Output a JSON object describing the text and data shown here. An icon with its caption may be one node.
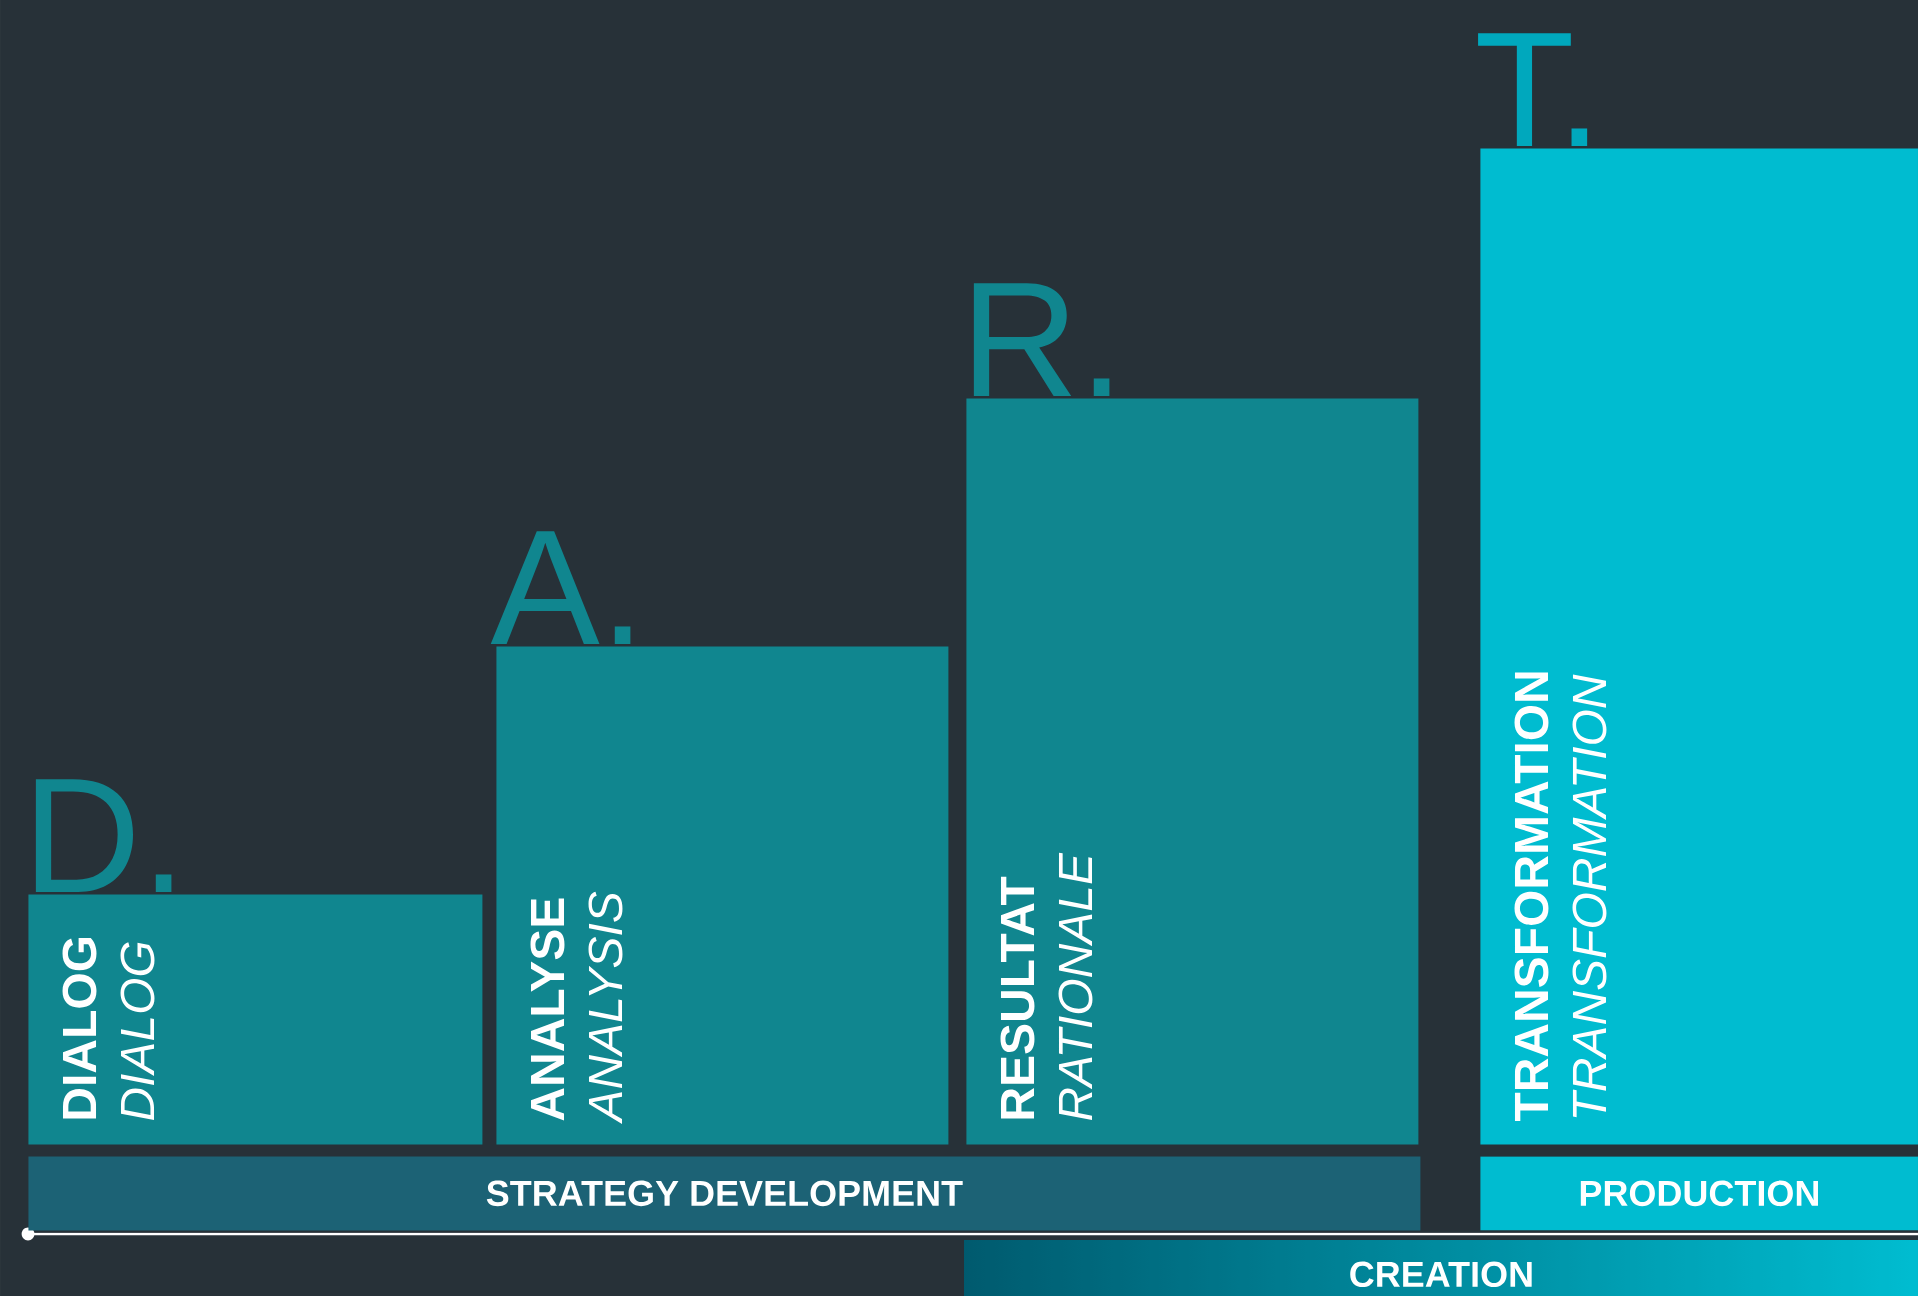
{
  "diagram": {
    "nodes": [
      {
        "text": [
          "D.",
          "DIALOG",
          "DIALOG"
        ]
      },
      {
        "text": [
          "A.",
          "ANALYSE",
          "ANALYSIS"
        ]
      },
      {
        "text": [
          "R.",
          "RESULTAT",
          "RATIONALE"
        ]
      },
      {
        "text": [
          "T.",
          "TRANSFORMATION",
          "TRANSFORMATION"
        ]
      },
      {
        "text": [
          "STRATEGY DEVELOPMENT"
        ]
      },
      {
        "text": [
          "PRODUCTION"
        ]
      },
      {
        "text": [
          "CREATION"
        ]
      }
    ]
  }
}
